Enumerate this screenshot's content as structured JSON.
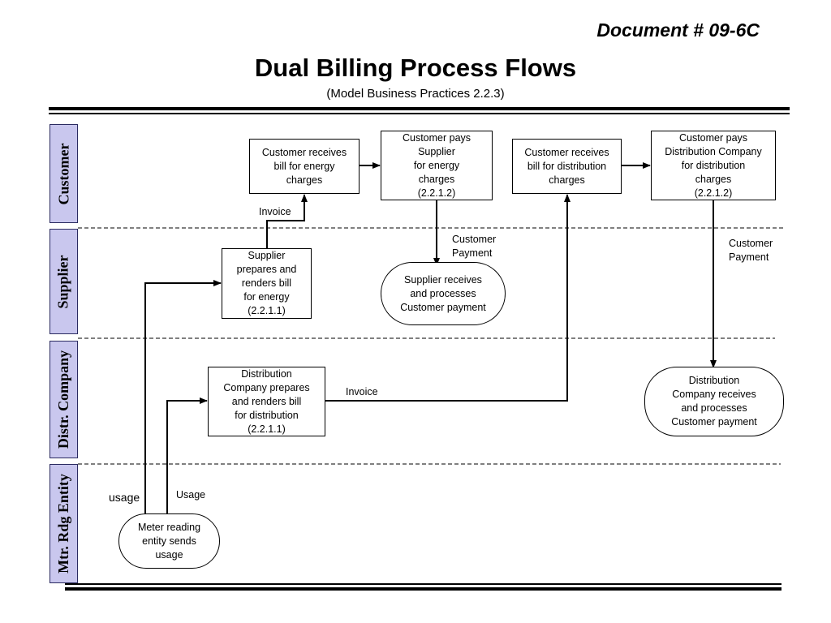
{
  "header": {
    "doc_number": "Document # 09-6C",
    "title": "Dual Billing Process Flows",
    "subtitle": "(Model Business Practices 2.2.3)"
  },
  "lanes": {
    "customer": "Customer",
    "supplier": "Supplier",
    "distr": "Distr. Company",
    "mtr": "Mtr. Rdg Entity"
  },
  "boxes": {
    "cust_receives_energy": "Customer receives\nbill for energy\ncharges",
    "cust_pays_supplier": "Customer pays\nSupplier\nfor energy\ncharges\n(2.2.1.2)",
    "cust_receives_dist": "Customer receives\nbill for distribution\ncharges",
    "cust_pays_dist": "Customer pays\nDistribution Company\nfor distribution\ncharges\n(2.2.1.2)",
    "supplier_prepares": "Supplier\nprepares and\nrenders bill\nfor energy\n(2.2.1.1)",
    "supplier_receives": "Supplier receives\nand processes\nCustomer payment",
    "dist_prepares": "Distribution\nCompany prepares\nand renders bill\nfor distribution\n(2.2.1.1)",
    "dist_receives": "Distribution\nCompany receives\nand processes\nCustomer payment",
    "meter_sends": "Meter reading\nentity sends\nusage"
  },
  "labels": {
    "invoice_supplier": "Invoice",
    "invoice_dist": "Invoice",
    "customer_payment_1": "Customer\nPayment",
    "customer_payment_2": "Customer\nPayment",
    "usage_lower": "usage",
    "usage_upper": "Usage"
  }
}
